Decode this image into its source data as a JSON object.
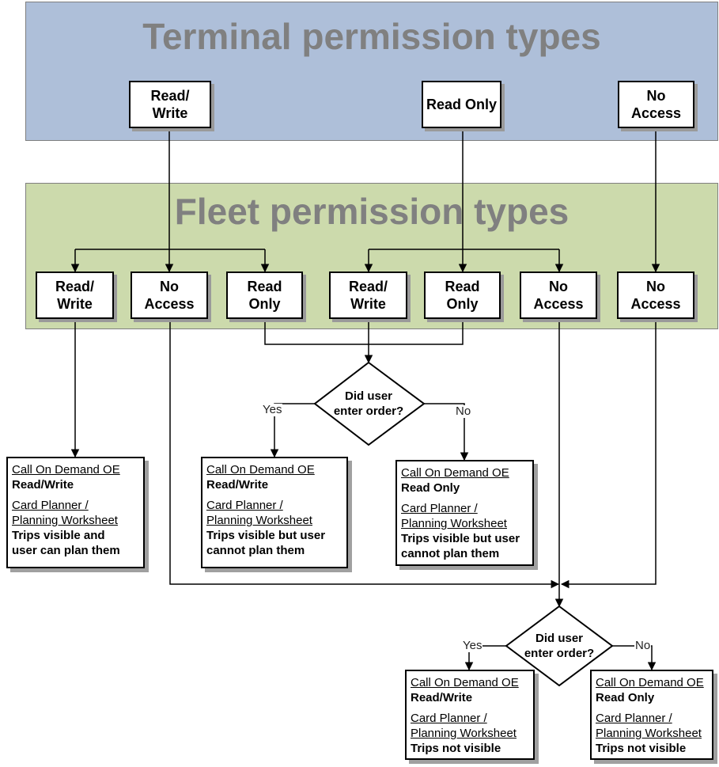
{
  "terminal": {
    "title": "Terminal permission types",
    "read_write": "Read/\nWrite",
    "read_only": "Read Only",
    "no_access": "No\nAccess"
  },
  "fleet": {
    "title": "Fleet permission types",
    "boxes": [
      "Read/\nWrite",
      "No\nAccess",
      "Read\nOnly",
      "Read/\nWrite",
      "Read\nOnly",
      "No\nAccess",
      "No\nAccess"
    ]
  },
  "decisions": {
    "question": "Did user\nenter order?",
    "yes": "Yes",
    "no": "No"
  },
  "results": {
    "call_on_demand": "Call On Demand OE",
    "card_planner": "Card Planner /\nPlanning Worksheet",
    "r1": {
      "access": "Read/Write",
      "trips": "Trips visible and\nuser can plan them"
    },
    "r2": {
      "access": "Read/Write",
      "trips": "Trips visible but user\ncannot plan them"
    },
    "r3": {
      "access": "Read Only",
      "trips": "Trips visible but user\ncannot plan them"
    },
    "r4": {
      "access": "Read/Write",
      "trips": "Trips not visible"
    },
    "r5": {
      "access": "Read Only",
      "trips": "Trips not visible"
    }
  }
}
